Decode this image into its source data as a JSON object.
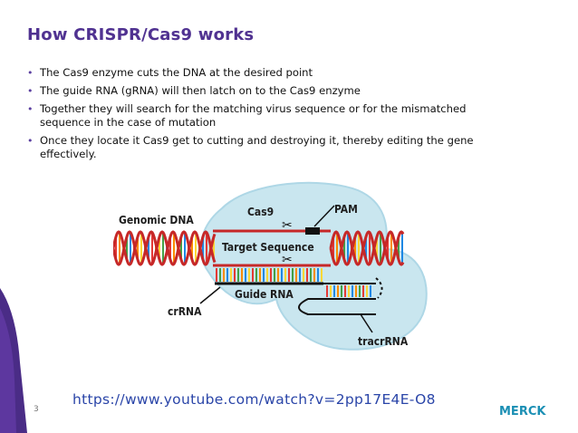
{
  "slide": {
    "title": "How CRISPR/Cas9 works",
    "bullets": [
      "The Cas9 enzyme cuts the DNA at the desired point",
      "The guide RNA (gRNA) will then latch on to the Cas9 enzyme",
      "Together they will search for the matching virus sequence or for the mismatched sequence in the case of mutation",
      "Once they locate it Cas9 get to cutting and destroying it, thereby editing the gene effectively."
    ],
    "link": "https://www.youtube.com/watch?v=2pp17E4E-O8",
    "page_number": "3",
    "logo_text": "MERCK"
  },
  "diagram": {
    "labels": {
      "genomic_dna": "Genomic DNA",
      "cas9": "Cas9",
      "pam": "PAM",
      "target_sequence": "Target Sequence",
      "guide_rna": "Guide RNA",
      "crrna": "crRNA",
      "tracrrna": "tracrRNA"
    }
  },
  "colors": {
    "accent": "#503291",
    "link": "#2a45a8",
    "blob": "#c9e6ef",
    "strand": "#c62828",
    "logo": "#1b8fb4"
  }
}
